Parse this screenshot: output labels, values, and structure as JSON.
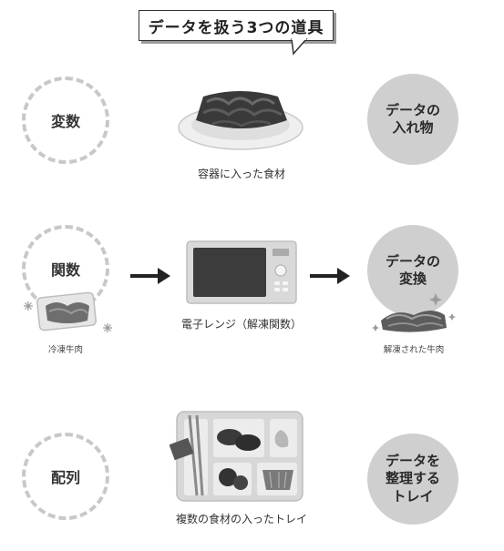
{
  "title": "データを扱う3つの道具",
  "rows": [
    {
      "concept": "変数",
      "object_caption": "容器に入った食材",
      "role": "データの\n入れ物"
    },
    {
      "concept": "関数",
      "input_caption": "冷凍牛肉",
      "object_caption": "電子レンジ（解凍関数）",
      "role": "データの\n変換",
      "output_caption": "解凍された牛肉"
    },
    {
      "concept": "配列",
      "object_caption": "複数の食材の入ったトレイ",
      "role": "データを\n整理する\nトレイ"
    }
  ],
  "colors": {
    "dash": "#c8c8c8",
    "role_circle": "#cfcfcf",
    "arrow": "#222222"
  }
}
